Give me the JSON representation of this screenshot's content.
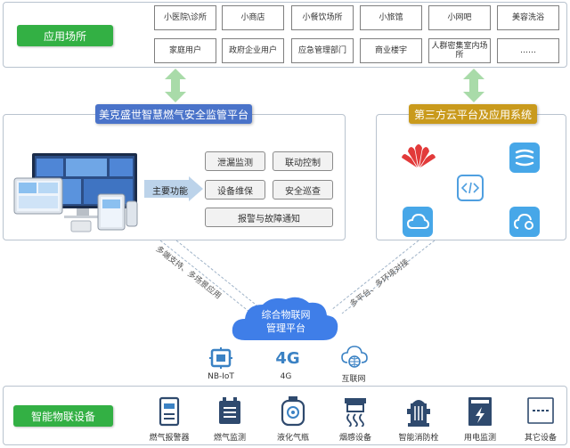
{
  "scenes": {
    "title": "应用场所",
    "row1": [
      "小医院\\诊所",
      "小商店",
      "小餐饮场所",
      "小旅馆",
      "小网吧",
      "美容洗浴"
    ],
    "row2": [
      "家庭用户",
      "政府企业用户",
      "应急管理部门",
      "商业楼宇",
      "人群密集室内场所",
      "……"
    ]
  },
  "platform": {
    "title": "美克盛世智慧燃气安全监管平台",
    "main_functions_label": "主要功能",
    "functions": [
      "泄漏监测",
      "联动控制",
      "设备维保",
      "安全巡查",
      "报警与故障通知"
    ]
  },
  "third_party": {
    "title": "第三方云平台及应用系统",
    "icons": [
      "huawei-logo-icon",
      "blue-app-icon",
      "code-icon",
      "cloud-icon",
      "cloud-link-icon"
    ]
  },
  "links": {
    "left": "多端支持、多场景应用",
    "right": "多平台、多环境对接"
  },
  "iot_platform": {
    "line1": "综合物联网",
    "line2": "管理平台"
  },
  "networks": [
    "NB-IoT",
    "4G",
    "互联网"
  ],
  "network_icon_text": {
    "g4": "4G"
  },
  "devices": {
    "title": "智能物联设备",
    "items": [
      "燃气报警器",
      "燃气监测",
      "液化气瓶",
      "烟感设备",
      "智能消防栓",
      "用电监测",
      "其它设备"
    ]
  },
  "colors": {
    "green": "#33b044",
    "platform_blue": "#4a73c9",
    "third_party_gold": "#c99a1c",
    "arrow_green": "#a9dba9",
    "icon_blue": "#3b82c4",
    "dark_icon": "#2f4a6e"
  }
}
